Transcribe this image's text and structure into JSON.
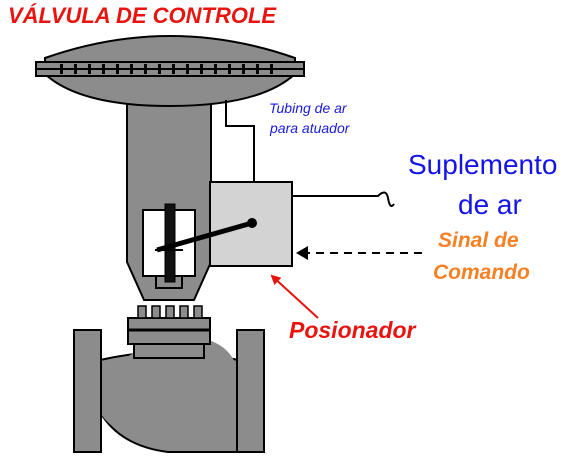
{
  "title": "VÁLVULA DE CONTROLE",
  "labels": {
    "tubing_line1": "Tubing de ar",
    "tubing_line2": "para atuador",
    "supply_line1": "Suplemento",
    "supply_line2": "de ar",
    "signal_line1": "Sinal de",
    "signal_line2": "Comando",
    "positioner": "Posionador"
  },
  "colors": {
    "body_gray": "#8c8c8c",
    "positioner_gray": "#d3d3d3",
    "title_red": "#e8140f",
    "tubing_blue": "#1a1ae0",
    "supply_blue": "#1414e6",
    "signal_orange": "#f58025",
    "outline": "#000000"
  }
}
